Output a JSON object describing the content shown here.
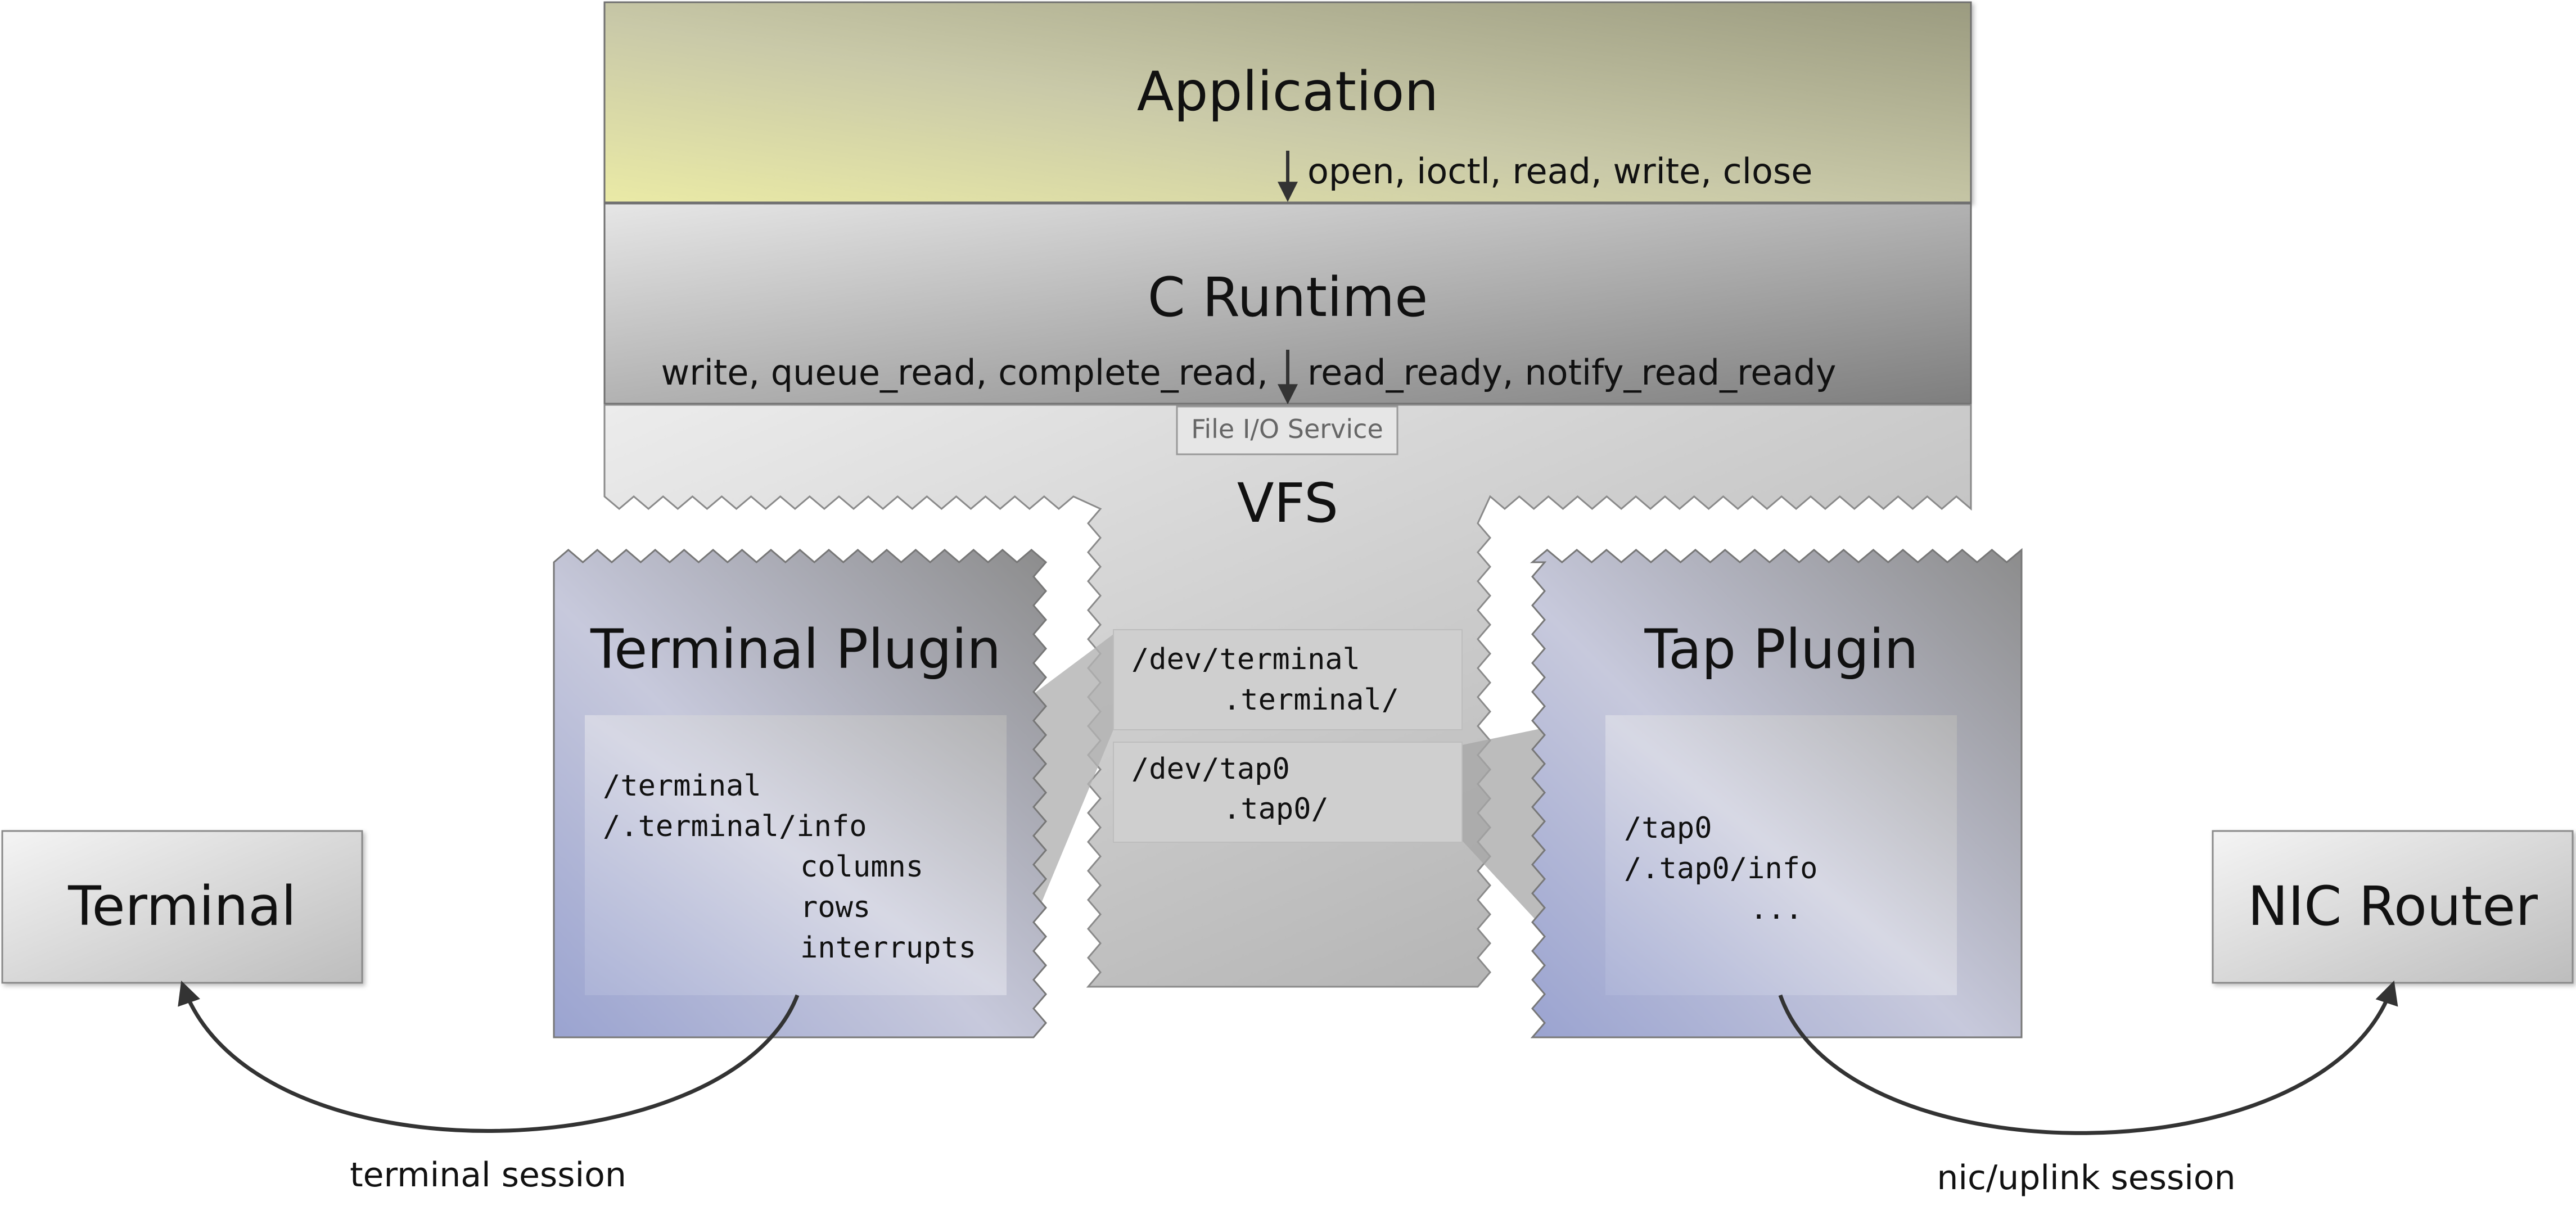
{
  "application": {
    "title": "Application",
    "calls": "open, ioctl, read, write, close"
  },
  "c_runtime": {
    "title": "C Runtime",
    "calls_left": "write, queue_read, complete_read,",
    "calls_right": "read_ready, notify_read_ready",
    "service_label": "File I/O Service"
  },
  "vfs": {
    "title": "VFS",
    "entries": [
      {
        "path": "/dev/terminal",
        "target": ".terminal/"
      },
      {
        "path": "/dev/tap0",
        "target": ".tap0/"
      }
    ]
  },
  "terminal_plugin": {
    "title": "Terminal Plugin",
    "files": [
      "/terminal",
      "/.terminal/info",
      "columns",
      "rows",
      "interrupts"
    ]
  },
  "tap_plugin": {
    "title": "Tap Plugin",
    "files": [
      "/tap0",
      "/.tap0/info",
      "..."
    ]
  },
  "terminal": {
    "label": "Terminal"
  },
  "nic_router": {
    "label": "NIC Router"
  },
  "sessions": {
    "terminal": "terminal session",
    "nic": "nic/uplink session"
  },
  "colors": {
    "application_gradient_start": "#e9e9a8",
    "application_gradient_end": "#9c9c80",
    "runtime_gradient_start": "#e3e3e3",
    "runtime_gradient_end": "#7f7f7f",
    "plugin_gradient_start": "#eaeaf2",
    "plugin_gradient_end": "#8a93c0",
    "arrow": "#333333"
  }
}
